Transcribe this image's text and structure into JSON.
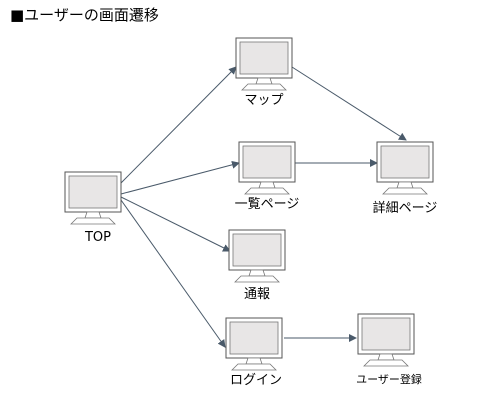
{
  "title": "■ユーザーの画面遷移",
  "nodes": {
    "top": {
      "label": "TOP"
    },
    "map": {
      "label": "マップ"
    },
    "list": {
      "label": "一覧ページ"
    },
    "detail": {
      "label": "詳細ページ"
    },
    "report": {
      "label": "通報"
    },
    "login": {
      "label": "ログイン"
    },
    "register": {
      "label": "ユーザー登録"
    }
  },
  "edges": [
    {
      "from": "TOP",
      "to": "マップ"
    },
    {
      "from": "TOP",
      "to": "一覧ページ"
    },
    {
      "from": "TOP",
      "to": "通報"
    },
    {
      "from": "TOP",
      "to": "ログイン"
    },
    {
      "from": "マップ",
      "to": "詳細ページ"
    },
    {
      "from": "一覧ページ",
      "to": "詳細ページ"
    },
    {
      "from": "ログイン",
      "to": "ユーザー登録"
    }
  ],
  "colors": {
    "edge": "#4a5a6a",
    "screen": "#e8e6e6",
    "frame": "#555555"
  },
  "icon": "monitor-icon"
}
